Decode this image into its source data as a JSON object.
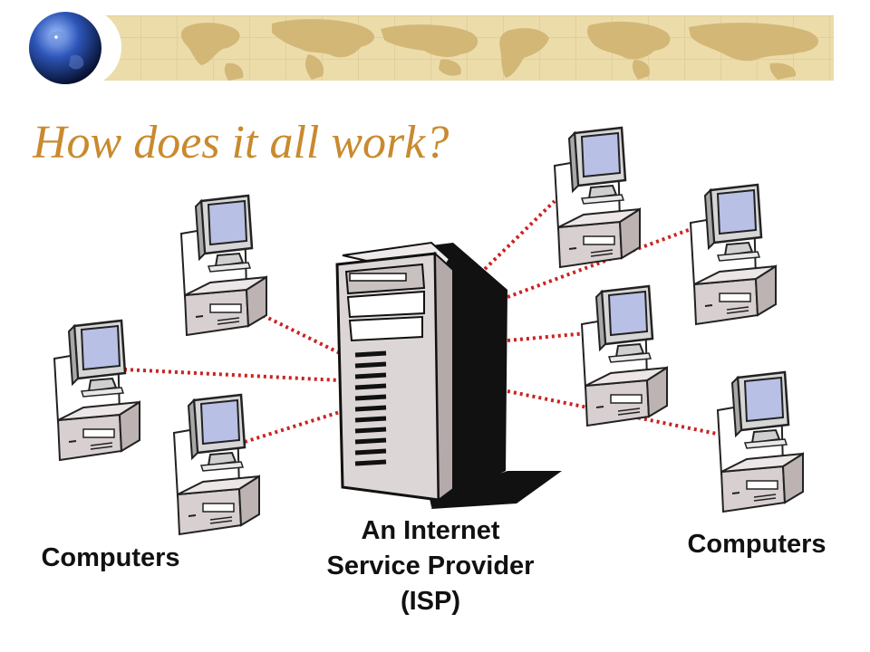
{
  "slide": {
    "title": "How does it all work?",
    "left_label": "Computers",
    "right_label": "Computers",
    "isp_label": [
      "An Internet",
      "Service Provider",
      "(ISP)"
    ]
  },
  "colors": {
    "title": "#c98a2e",
    "banner": "#ecdcaa",
    "continents": "#d2b777",
    "link": "#cc2222",
    "screen": "#b9c0e6",
    "case": "#e4dcdc"
  },
  "icons": {
    "globe": "globe-icon",
    "server": "server-tower-icon",
    "computer": "desktop-computer-icon"
  }
}
